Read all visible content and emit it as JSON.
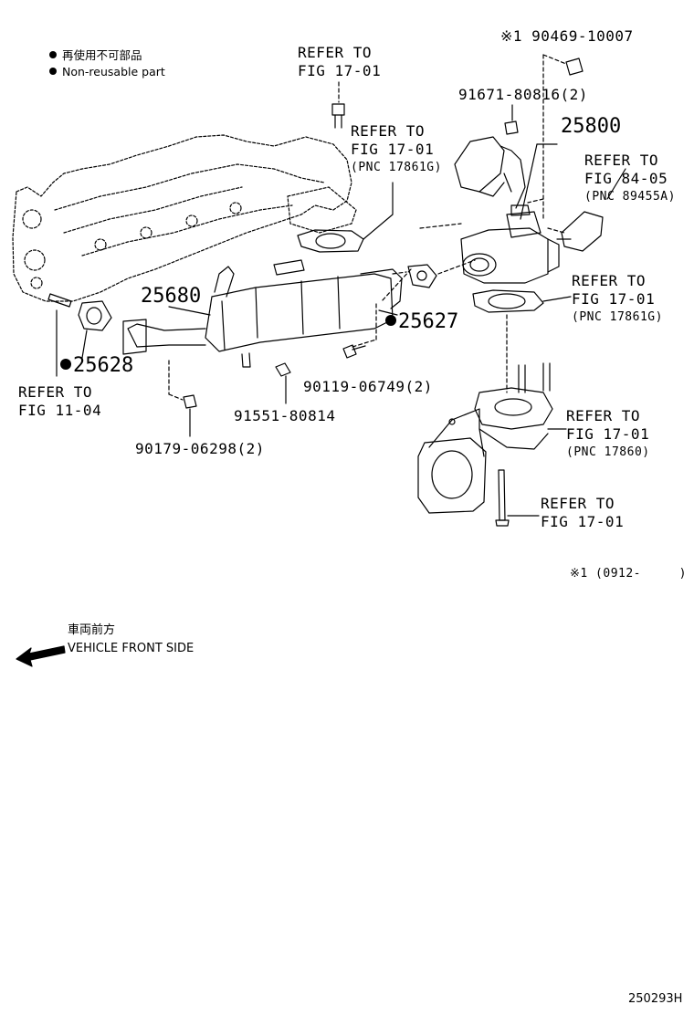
{
  "legend": {
    "line_jp": "再使用不可部品",
    "line_en": "Non-reusable part"
  },
  "callouts": {
    "refer_top": [
      "REFER TO",
      "FIG 17-01"
    ],
    "refer_fig1701_pnc17861g_a": [
      "REFER TO",
      "FIG 17-01",
      "(PNC 17861G)"
    ],
    "refer_fig8405": [
      "REFER TO",
      "FIG 84-05",
      "(PNC 89455A)"
    ],
    "refer_fig1701_pnc17861g_b": [
      "REFER TO",
      "FIG 17-01",
      "(PNC 17861G)"
    ],
    "refer_fig1104": [
      "REFER TO",
      "FIG 11-04"
    ],
    "refer_fig1701_pnc17860": [
      "REFER TO",
      "FIG 17-01",
      "(PNC 17860)"
    ],
    "refer_fig1701_bottom": [
      "REFER TO",
      "FIG 17-01"
    ]
  },
  "parts": {
    "p90469": "※1 90469-10007",
    "p91671": "91671-80816(2)",
    "p25800": "25800",
    "p25680": "25680",
    "p25627": "25627",
    "p25628": "25628",
    "p90119": "90119-06749(2)",
    "p91551": "91551-80814",
    "p90179": "90179-06298(2)"
  },
  "note": "※1 (0912-     )",
  "direction": {
    "jp": "車両前方",
    "en": "VEHICLE FRONT SIDE"
  },
  "diagram_id": "250293H"
}
